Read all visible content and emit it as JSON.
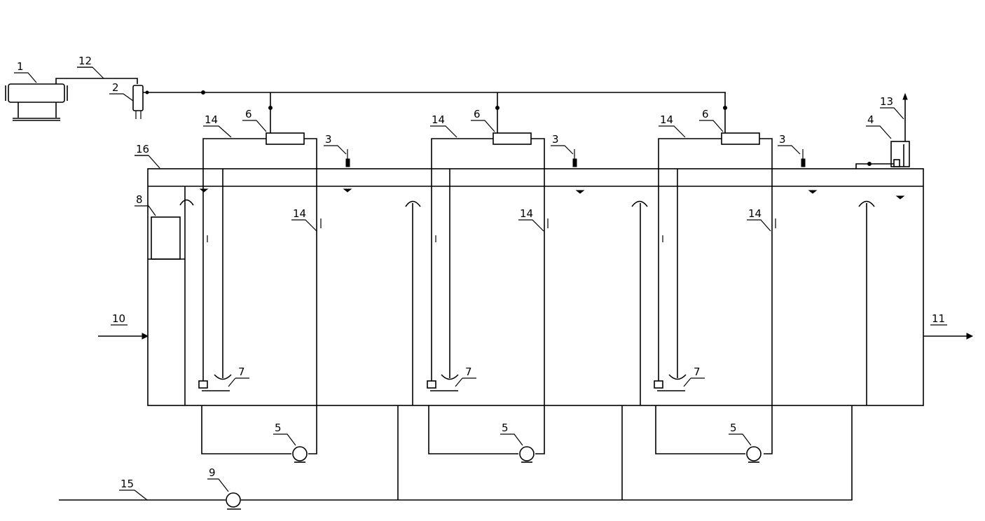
{
  "labels": {
    "compressor": "1",
    "filter": "2",
    "sensor": "3",
    "control_unit": "4",
    "pump": "5",
    "generator": "6",
    "diffuser": "7",
    "box": "8",
    "main_pump": "9",
    "inlet": "10",
    "outlet": "11",
    "gas_line": "12",
    "vent": "13",
    "pipe": "14",
    "feed_line": "15",
    "cover": "16"
  }
}
